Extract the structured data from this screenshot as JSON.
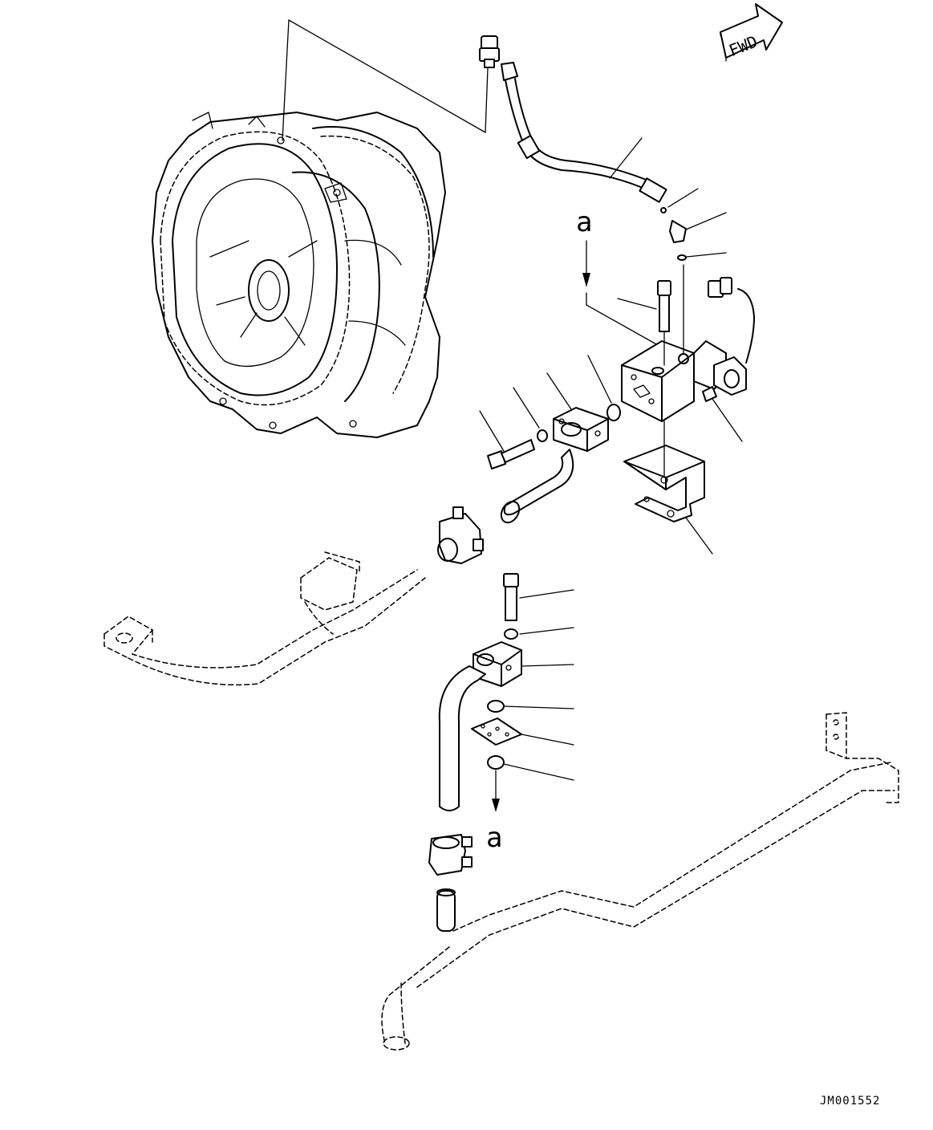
{
  "drawing": {
    "direction_label": "FWD",
    "view_label_top": "a",
    "view_label_bottom": "a",
    "drawing_number": "JM001552"
  }
}
